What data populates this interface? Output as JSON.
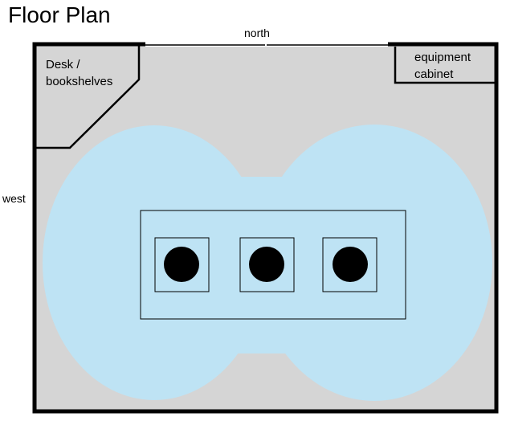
{
  "title": "Floor Plan",
  "labels": {
    "north": "north",
    "west": "west",
    "desk": "Desk /\nbookshelves",
    "equipment": "equipment\ncabinet"
  },
  "colors": {
    "floor": "#d5d5d5",
    "coverage": "#bee3f4",
    "wall": "#000000",
    "speaker": "#000000"
  },
  "speaker_count": 3
}
